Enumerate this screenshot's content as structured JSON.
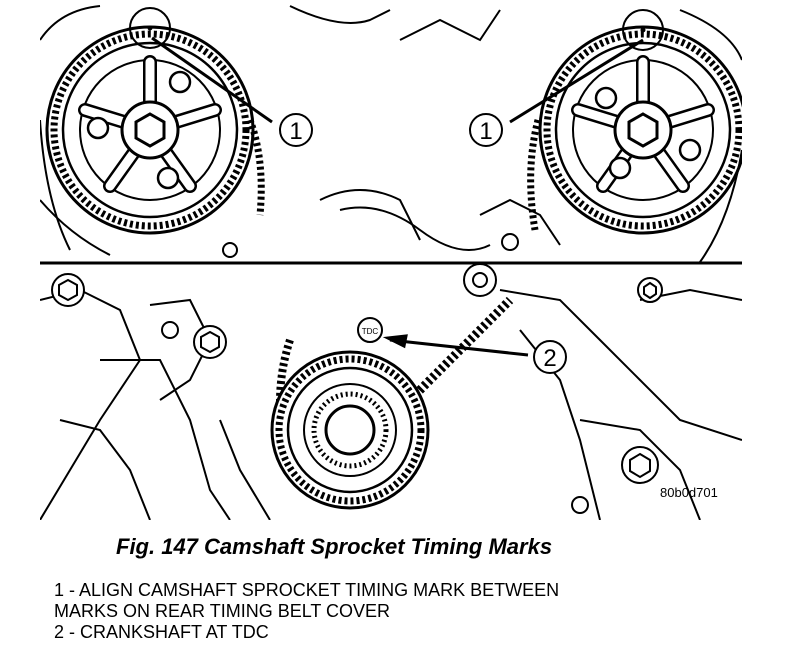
{
  "figure": {
    "reference_code": "80b0d701",
    "callouts": [
      "1",
      "1",
      "2"
    ],
    "sprocket_label": "TDC"
  },
  "caption": "Fig. 147 Camshaft Sprocket Timing Marks",
  "legend": {
    "line1": "1 - ALIGN CAMSHAFT SPROCKET TIMING MARK BETWEEN",
    "line2": "MARKS ON REAR TIMING BELT COVER",
    "line3": "2 - CRANKSHAFT AT TDC"
  }
}
